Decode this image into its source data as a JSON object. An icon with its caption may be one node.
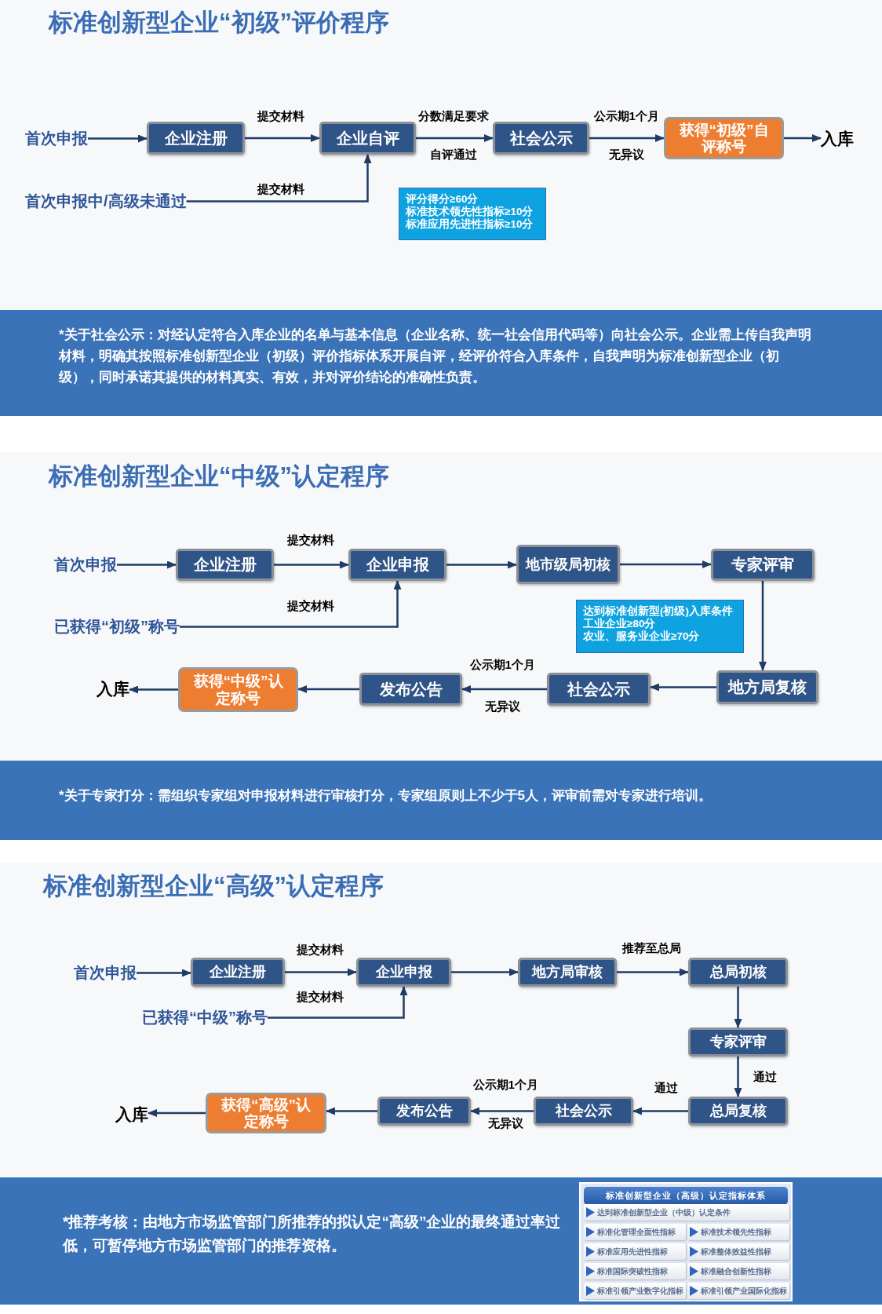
{
  "diagram": {
    "nodes": [
      {
        "text": [
          "首次申报"
        ]
      },
      {
        "text": [
          "企业注册"
        ]
      },
      {
        "text": [
          "企业自评"
        ]
      },
      {
        "text": [
          "社会公示"
        ]
      },
      {
        "text": [
          "获得“初级”自评称号"
        ]
      },
      {
        "text": [
          "入库"
        ]
      },
      {
        "text": [
          "首次申报中/高级未通过"
        ]
      },
      {
        "text": [
          "评分得分≥60分",
          "标准技术领先性指标≥10分",
          "标准应用先进性指标≥10分"
        ]
      },
      {
        "text": [
          "*关于社会公示：对经认定符合入库企业的名单与基本信息（企业名称、统一社会信用代码等）向社会公示。企业需上传自我声明材料，明确其按照标准创新型企业（初级）评价指标体系开展自评，经评价符合入库条件，自我声明为标准创新型企业（初级），同时承诺其提供的材料真实、有效，并对评价结论的准确性负责。"
        ]
      },
      {
        "text": [
          "首次申报"
        ]
      },
      {
        "text": [
          "企业注册"
        ]
      },
      {
        "text": [
          "企业申报"
        ]
      },
      {
        "text": [
          "地市级局初核"
        ]
      },
      {
        "text": [
          "专家评审"
        ]
      },
      {
        "text": [
          "已获得“初级”称号"
        ]
      },
      {
        "text": [
          "达到标准创新型(初级)入库条件",
          "工业企业≥80分",
          "农业、服务业企业≥70分"
        ]
      },
      {
        "text": [
          "地方局复核"
        ]
      },
      {
        "text": [
          "社会公示"
        ]
      },
      {
        "text": [
          "发布公告"
        ]
      },
      {
        "text": [
          "获得“中级”认定称号"
        ]
      },
      {
        "text": [
          "入库"
        ]
      },
      {
        "text": [
          "*关于专家打分：需组织专家组对申报材料进行审核打分，专家组原则上不少于5人，评审前需对专家进行培训。"
        ]
      },
      {
        "text": [
          "首次申报"
        ]
      },
      {
        "text": [
          "企业注册"
        ]
      },
      {
        "text": [
          "企业申报"
        ]
      },
      {
        "text": [
          "地方局审核"
        ]
      },
      {
        "text": [
          "总局初核"
        ]
      },
      {
        "text": [
          "已获得“中级”称号"
        ]
      },
      {
        "text": [
          "专家评审"
        ]
      },
      {
        "text": [
          "总局复核"
        ]
      },
      {
        "text": [
          "社会公示"
        ]
      },
      {
        "text": [
          "发布公告"
        ]
      },
      {
        "text": [
          "获得“高级”认定称号"
        ]
      },
      {
        "text": [
          "入库"
        ]
      },
      {
        "text": [
          "*推荐考核：由地方市场监管部门所推荐的拟认定“高级”企业的最终通过率过低，可暂停地方市场监管部门的推荐资格。"
        ]
      },
      {
        "text": [],
        "shape": "box",
        "in": 34
      },
      {
        "text": [
          "标准创新型企业（高级）认定指标体系"
        ],
        "in": 35
      },
      {
        "text": [
          "达到标准创新型企业（中级）认定条件"
        ],
        "in": 35
      },
      {
        "text": [
          "标准化管理全面性指标"
        ],
        "in": 35
      },
      {
        "text": [
          "标准技术领先性指标"
        ],
        "in": 35
      },
      {
        "text": [
          "标准应用先进性指标"
        ],
        "in": 35
      },
      {
        "text": [
          "标准整体效益性指标"
        ],
        "in": 35
      },
      {
        "text": [
          "标准国际突破性指标"
        ],
        "in": 35
      },
      {
        "text": [
          "标准融合创新性指标"
        ],
        "in": 35
      },
      {
        "text": [
          "标准引领产业数字化指标"
        ],
        "in": 35
      },
      {
        "text": [
          "标准引领产业国际化指标"
        ],
        "in": 35
      }
    ],
    "edges": [
      {
        "from": 0,
        "to": 1,
        "arrow": "to"
      },
      {
        "from": 1,
        "to": 2,
        "arrow": "to",
        "label": "提交材料"
      },
      {
        "from": 6,
        "to": 2,
        "arrow": "to",
        "label": "提交材料"
      },
      {
        "from": 2,
        "to": 3,
        "arrow": "to",
        "label": "分数满足要求"
      },
      {
        "from": 3,
        "to": 4,
        "arrow": "to",
        "label": "公示期1个月"
      },
      {
        "from": 4,
        "to": 5,
        "arrow": "to"
      },
      {
        "from": 9,
        "to": 10,
        "arrow": "to"
      },
      {
        "from": 10,
        "to": 11,
        "arrow": "to",
        "label": "提交材料"
      },
      {
        "from": 14,
        "to": 11,
        "arrow": "to",
        "label": "提交材料"
      },
      {
        "from": 11,
        "to": 12,
        "arrow": "to"
      },
      {
        "from": 12,
        "to": 13,
        "arrow": "to"
      },
      {
        "from": 13,
        "to": 16,
        "arrow": "to"
      },
      {
        "from": 16,
        "to": 17,
        "arrow": "to"
      },
      {
        "from": 17,
        "to": 18,
        "arrow": "to",
        "label": "公示期1个月"
      },
      {
        "from": 18,
        "to": 19,
        "arrow": "to"
      },
      {
        "from": 19,
        "to": 20,
        "arrow": "to"
      },
      {
        "from": 22,
        "to": 23,
        "arrow": "to"
      },
      {
        "from": 23,
        "to": 24,
        "arrow": "to",
        "label": "提交材料"
      },
      {
        "from": 27,
        "to": 24,
        "arrow": "to",
        "label": "提交材料"
      },
      {
        "from": 24,
        "to": 25,
        "arrow": "to"
      },
      {
        "from": 25,
        "to": 26,
        "arrow": "to",
        "label": "推荐至总局"
      },
      {
        "from": 26,
        "to": 28,
        "arrow": "to"
      },
      {
        "from": 28,
        "to": 29,
        "arrow": "to",
        "label": "通过"
      },
      {
        "from": 29,
        "to": 30,
        "arrow": "to",
        "label": "通过"
      },
      {
        "from": 30,
        "to": 31,
        "arrow": "to",
        "label": "公示期1个月"
      },
      {
        "from": 31,
        "to": 32,
        "arrow": "to"
      },
      {
        "from": 32,
        "to": 33,
        "arrow": "to"
      }
    ],
    "labels": [
      "标准创新型企业“初级”评价程序",
      "自评通过",
      "无异议",
      "标准创新型企业“中级”认定程序",
      "无异议",
      "标准创新型企业“高级”认定程序",
      "无异议"
    ]
  }
}
